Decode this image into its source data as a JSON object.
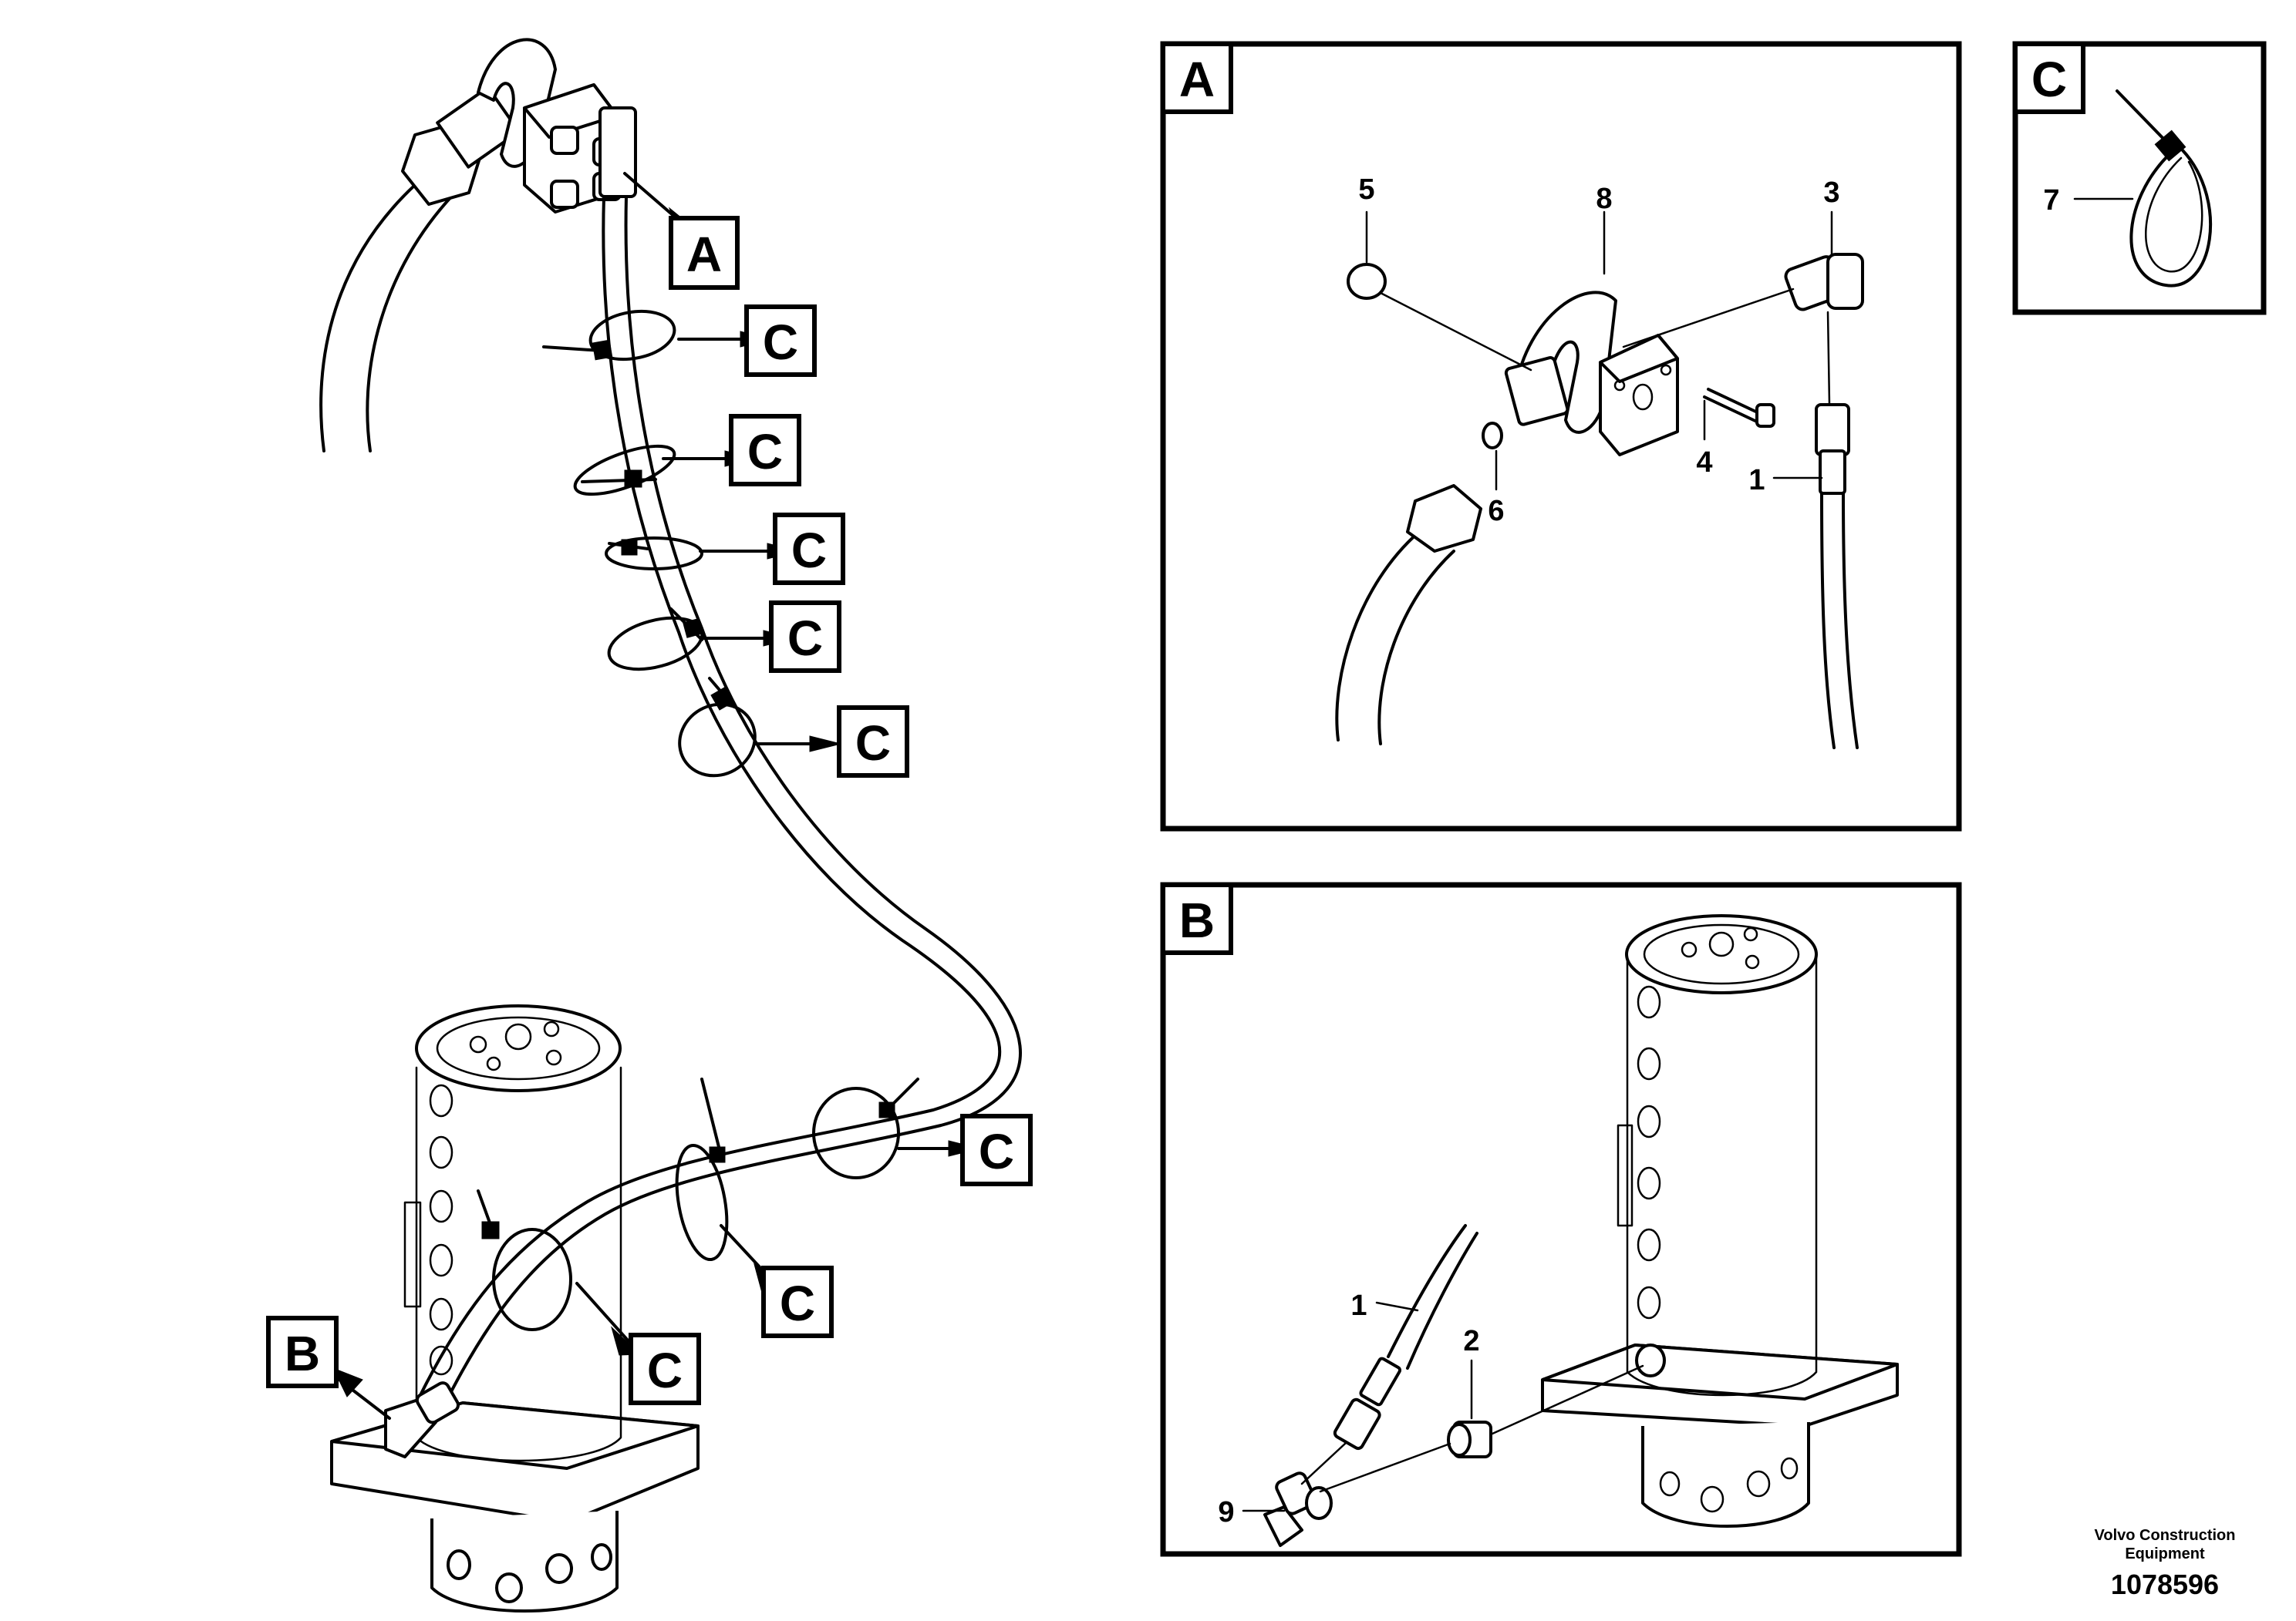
{
  "view_tags": {
    "a": "A",
    "b": "B",
    "c": "C"
  },
  "part_numbers": [
    "1",
    "2",
    "3",
    "4",
    "5",
    "6",
    "7",
    "8",
    "9"
  ],
  "footer": {
    "company_line1": "Volvo Construction",
    "company_line2": "Equipment",
    "drawing_number": "1078596"
  }
}
